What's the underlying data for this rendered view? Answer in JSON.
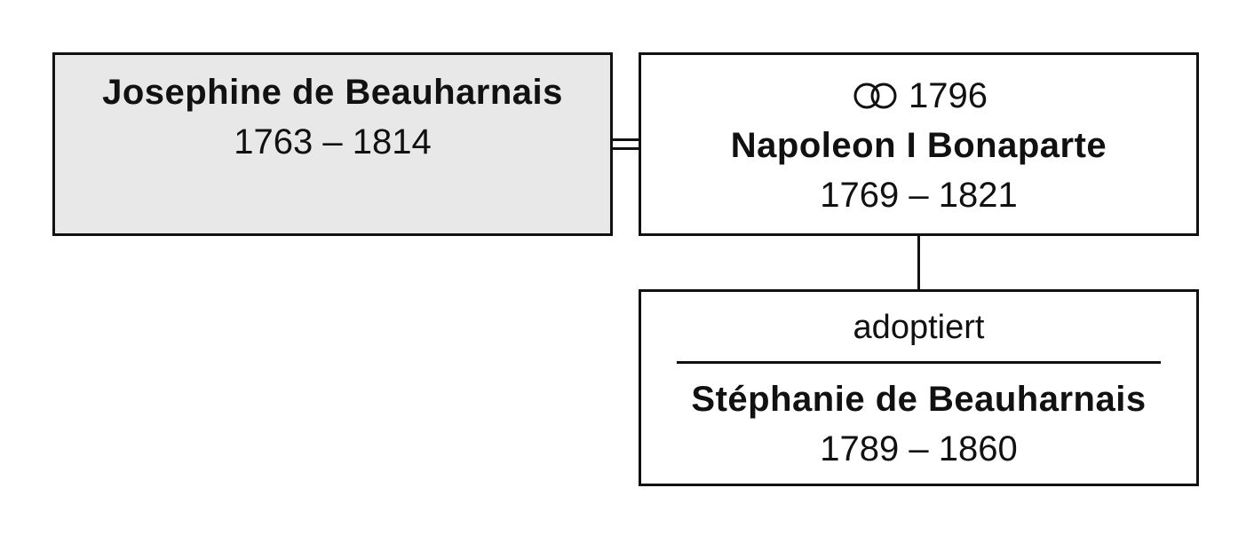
{
  "colors": {
    "highlight_box": "#e8e8e8",
    "line": "#111111",
    "background": "#ffffff"
  },
  "spouse": {
    "name": "Josephine de Beauharnais",
    "dates": "1763 – 1814"
  },
  "person": {
    "marriage_icon": "wedding-rings-icon",
    "marriage_year": "1796",
    "name": "Napoleon I Bonaparte",
    "dates": "1769 – 1821"
  },
  "child": {
    "relation": "adoptiert",
    "name": "Stéphanie de Beauharnais",
    "dates": "1789 – 1860"
  }
}
